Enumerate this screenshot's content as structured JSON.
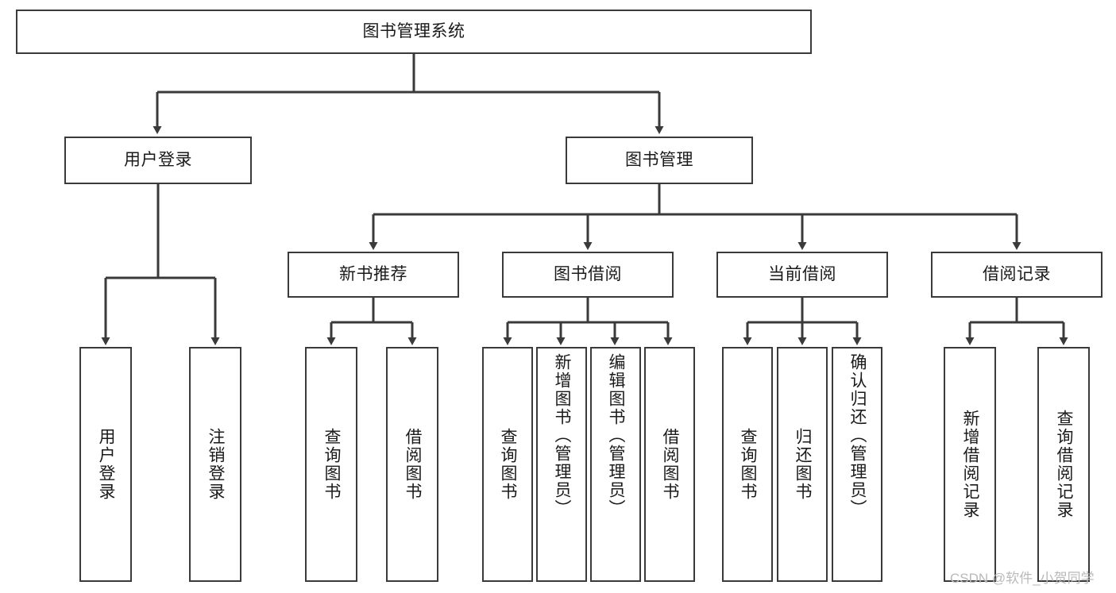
{
  "diagram": {
    "title": "图书管理系统",
    "type": "tree-hierarchy-diagram",
    "background_color": "#ffffff",
    "node_border_color": "#3a3a3a",
    "edge_color": "#3a3a3a",
    "text_color": "#1a1a1a"
  },
  "root": {
    "label": "图书管理系统"
  },
  "level2": [
    {
      "label": "用户登录"
    },
    {
      "label": "图书管理"
    }
  ],
  "level3": [
    {
      "label": "新书推荐"
    },
    {
      "label": "图书借阅"
    },
    {
      "label": "当前借阅"
    },
    {
      "label": "借阅记录"
    }
  ],
  "leaves": {
    "user_login": [
      {
        "label": "用户登录"
      },
      {
        "label": "注销登录"
      }
    ],
    "new_book_recommend": [
      {
        "label": "查询图书"
      },
      {
        "label": "借阅图书"
      }
    ],
    "book_borrow": [
      {
        "label": "查询图书"
      },
      {
        "label": "新增图书（管理员）"
      },
      {
        "label": "编辑图书（管理员）"
      },
      {
        "label": "借阅图书"
      }
    ],
    "current_borrow": [
      {
        "label": "查询图书"
      },
      {
        "label": "归还图书"
      },
      {
        "label": "确认归还（管理员）"
      }
    ],
    "borrow_record": [
      {
        "label": "新增借阅记录"
      },
      {
        "label": "查询借阅记录"
      }
    ]
  },
  "watermark": {
    "text": "CSDN @软件_小贺同学",
    "color": "#b9b9b9"
  }
}
